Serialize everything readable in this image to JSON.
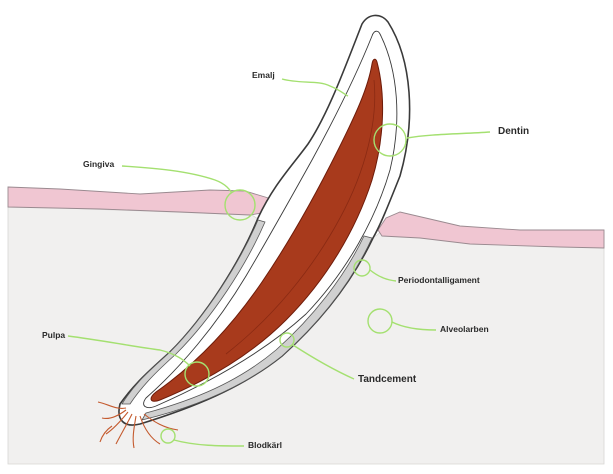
{
  "diagram": {
    "colors": {
      "gum": "#f0c6d2",
      "gum_outline": "#9a8a90",
      "bone": "#f1f0ef",
      "bone_edge": "#d8d6d4",
      "tooth_outline": "#3a3a3a",
      "enamel": "#ffffff",
      "cementum": "#d0d0d0",
      "pulp": "#a83a1c",
      "pulp_dark": "#6e1c0a",
      "vessel": "#c45a2e",
      "leader": "#a4e070"
    },
    "labels": {
      "emalj": "Emalj",
      "dentin": "Dentin",
      "gingiva": "Gingiva",
      "periodontalligament": "Periodontalligament",
      "alveolarben": "Alveolarben",
      "pulpa": "Pulpa",
      "tandcement": "Tandcement",
      "blodkarl": "Blodkärl"
    }
  }
}
